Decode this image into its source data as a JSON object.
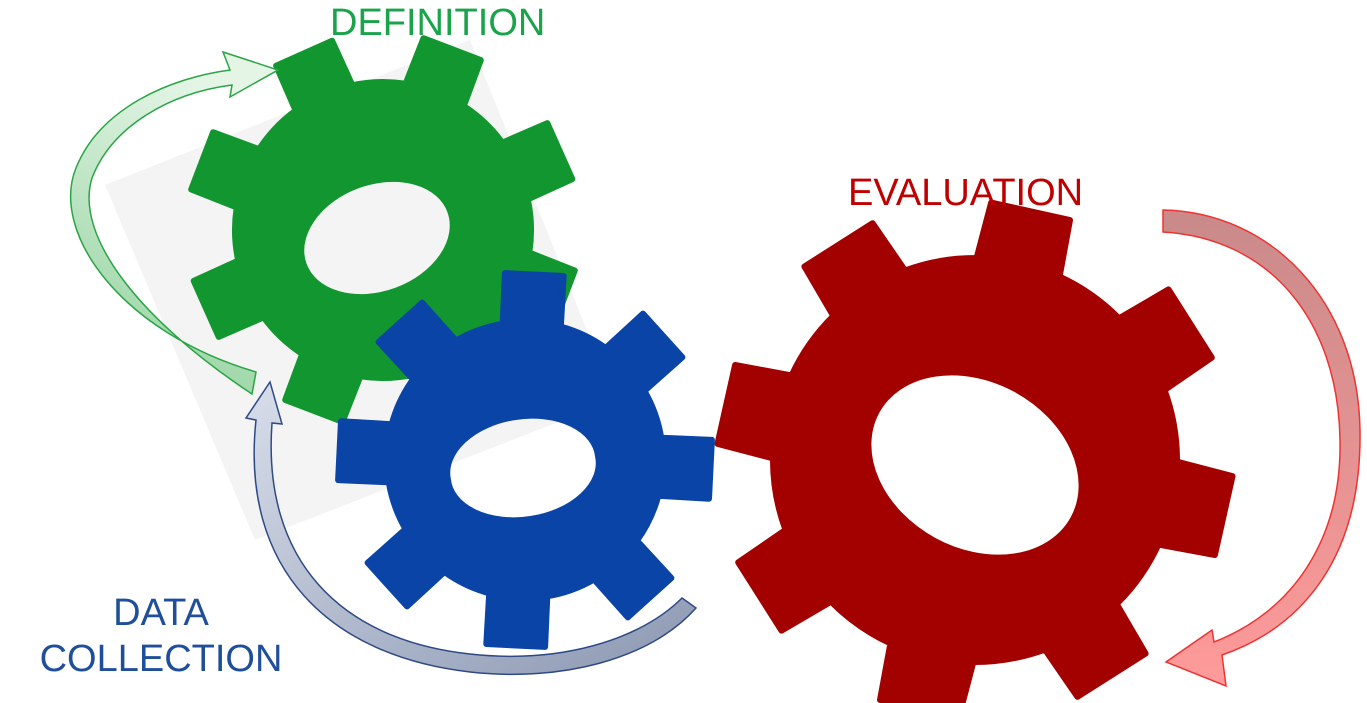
{
  "labels": {
    "definition": "DEFINITION",
    "evaluation": "EVALUATION",
    "data_line1": "DATA",
    "data_line2": "COLLECTION"
  },
  "colors": {
    "definition_text": "#1aa34a",
    "evaluation_text": "#c00000",
    "data_text": "#1f4e9a",
    "green_gear": "#12962f",
    "blue_gear": "#0944a6",
    "red_gear": "#a30000",
    "green_arrow_fill": "#c5e6c9",
    "green_arrow_stroke": "#2aa545",
    "red_arrow_fill": "#f5a0a0",
    "red_arrow_stroke": "#ee3333",
    "blue_arrow_fill": "#a9b4c8",
    "blue_arrow_stroke": "#2e4a86",
    "gear_backdrop": "#f4f4f4"
  },
  "icons": [
    "green-gear-icon",
    "blue-gear-icon",
    "red-gear-icon"
  ]
}
